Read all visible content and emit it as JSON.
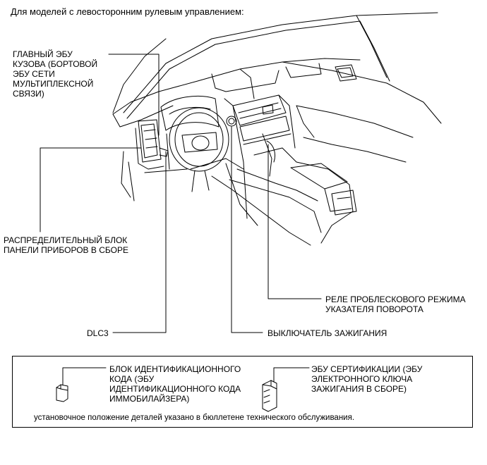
{
  "heading": "Для моделей с левосторонним рулевым управлением:",
  "labels": {
    "body_ecu": "ГЛАВНЫЙ ЭБУ\nКУЗОВА (БОРТОВОЙ\nЭБУ СЕТИ\nМУЛЬТИПЛЕКСНОЙ\nСВЯЗИ)",
    "junction_block": "РАСПРЕДЕЛИТЕЛЬНЫЙ БЛОК\nПАНЕЛИ ПРИБОРОВ В СБОРЕ",
    "flasher_relay": "РЕЛЕ ПРОБЛЕСКОВОГО РЕЖИМА\nУКАЗАТЕЛЯ ПОВОРОТА",
    "dlc3": "DLC3",
    "ignition_switch": "ВЫКЛЮЧАТЕЛЬ ЗАЖИГАНИЯ"
  },
  "legend": {
    "transponder": "БЛОК ИДЕНТИФИКАЦИОННОГО\nКОДА (ЭБУ\nИДЕНТИФИКАЦИОННОГО КОДА\nИММОБИЛАЙЗЕРА)",
    "certification": "ЭБУ СЕРТИФИКАЦИИ (ЭБУ\nЭЛЕКТРОННОГО КЛЮЧА\nЗАЖИГАНИЯ В СБОРЕ)",
    "note": "установочное положение деталей указано в бюллетене технического обслуживания."
  }
}
